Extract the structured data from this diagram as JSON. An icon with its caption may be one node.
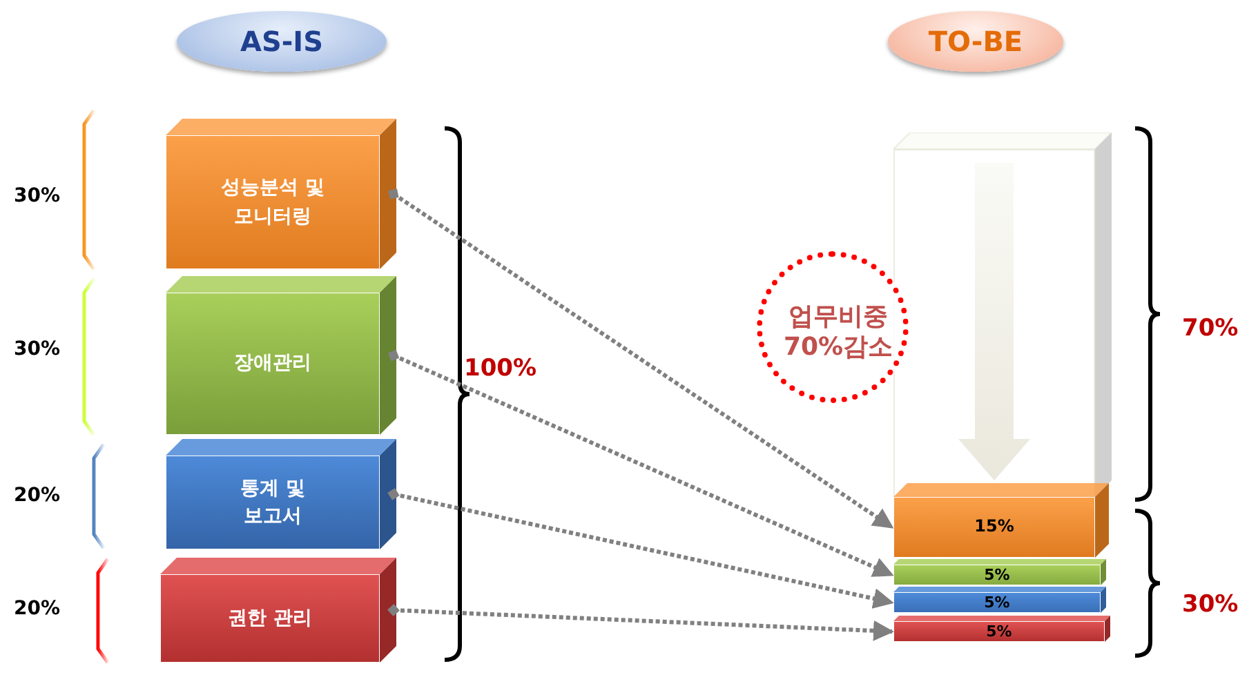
{
  "diagram": {
    "nodes": [
      {
        "text": [
          "AS-IS"
        ]
      },
      {
        "text": [
          "TO-BE"
        ]
      },
      {
        "text": [
          "성능분석 및 모니터링"
        ]
      },
      {
        "text": [
          "장애관리"
        ]
      },
      {
        "text": [
          "통계 및 보고서"
        ]
      },
      {
        "text": [
          "권한 관리"
        ]
      },
      {
        "text": [],
        "shape": "box"
      },
      {
        "text": [
          "업무비중 70%감소"
        ]
      },
      {
        "text": [
          "15%"
        ]
      },
      {
        "text": [
          "5%"
        ]
      },
      {
        "text": [
          "5%"
        ]
      },
      {
        "text": [
          "5%"
        ]
      }
    ],
    "edges": [
      {
        "from": 2,
        "to": 8,
        "arrow": "to",
        "style": "dashed"
      },
      {
        "from": 3,
        "to": 9,
        "arrow": "to",
        "style": "dashed"
      },
      {
        "from": 4,
        "to": 10,
        "arrow": "to",
        "style": "dashed"
      },
      {
        "from": 5,
        "to": 11,
        "arrow": "to",
        "style": "dashed"
      }
    ],
    "labels": [
      "30%",
      "30%",
      "20%",
      "20%",
      "100%",
      "70%",
      "30%"
    ]
  }
}
